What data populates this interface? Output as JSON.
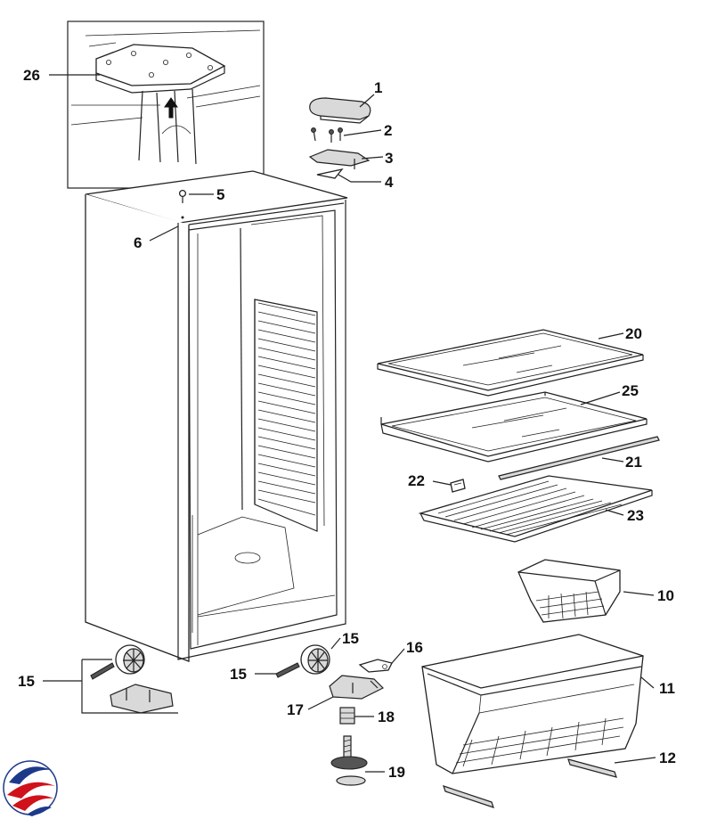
{
  "callouts": {
    "c1": "1",
    "c2": "2",
    "c3": "3",
    "c4": "4",
    "c5": "5",
    "c6": "6",
    "c10": "10",
    "c11": "11",
    "c12": "12",
    "c15a": "15",
    "c15b": "15",
    "c15c": "15",
    "c16": "16",
    "c17": "17",
    "c18": "18",
    "c19": "19",
    "c20": "20",
    "c21": "21",
    "c22": "22",
    "c23": "23",
    "c25": "25",
    "c26": "26"
  },
  "colors": {
    "line": "#222222",
    "logo_red": "#d0121b",
    "logo_blue": "#1d3a8a",
    "background": "#ffffff"
  },
  "icons": {
    "logo": "brand-logo-icon"
  }
}
